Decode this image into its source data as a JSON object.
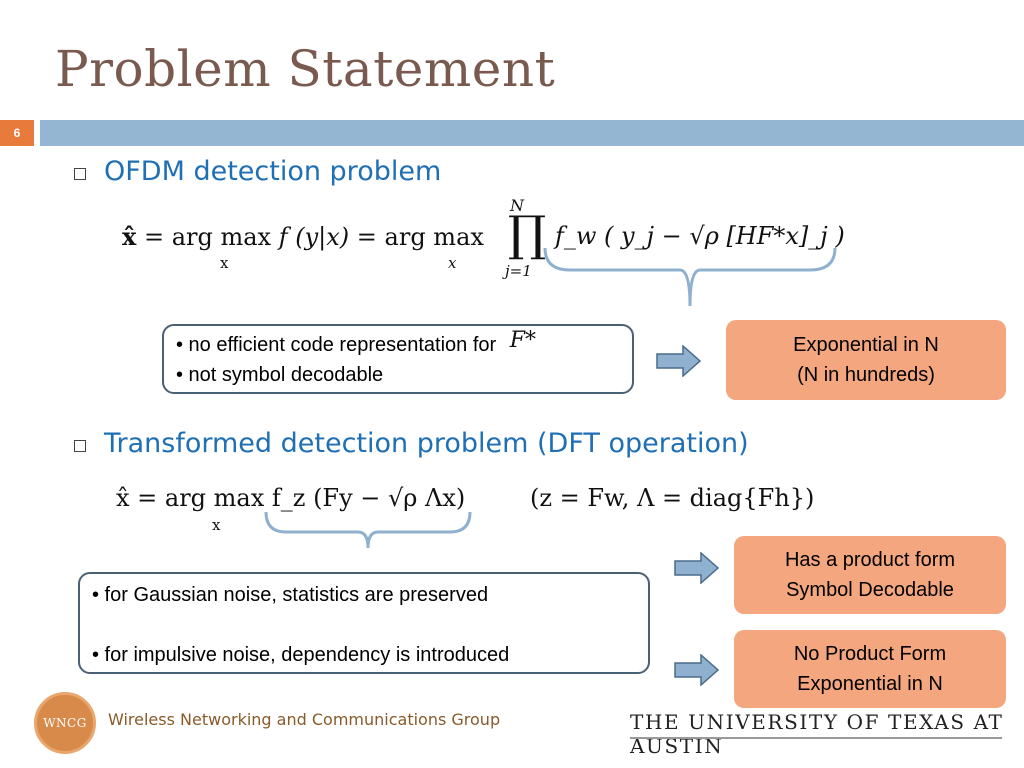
{
  "slide": {
    "title": "Problem Statement",
    "number": "6"
  },
  "section1": {
    "heading": "OFDM detection problem",
    "equation": {
      "xhat": "x̂",
      "eq": "=",
      "argmax": "arg max",
      "sub_x": "x",
      "f_y_given_x": "f (y|x)",
      "eq2": "=",
      "argmax2": "arg max",
      "sub_x2": "x",
      "prod": "∏",
      "prod_top": "N",
      "prod_bottom": "j=1",
      "term": "f_w ( y_j − √ρ [HF*x]_j )"
    },
    "notes": {
      "line1": "• no efficient code representation for",
      "symbol": "F*",
      "line2": "• not  symbol decodable"
    },
    "result": {
      "line1": "Exponential in N",
      "line2": "(N in hundreds)"
    }
  },
  "section2": {
    "heading": "Transformed detection problem (DFT operation)",
    "equation": {
      "lhs": "x̂ = arg max f_z (Fy − √ρ Λx)",
      "sub_x": "x",
      "rhs": "(z = Fw, Λ = diag{Fh})"
    },
    "notes": {
      "line1": "• for Gaussian noise, statistics are preserved",
      "line2": "• for impulsive noise, dependency is introduced"
    },
    "result_top": {
      "line1": "Has a product form",
      "line2": "Symbol Decodable"
    },
    "result_bottom": {
      "line1": "No Product Form",
      "line2": "Exponential in N"
    }
  },
  "footer": {
    "logo_text": "WNCG",
    "group": "Wireless Networking and Communications Group",
    "university": "THE UNIVERSITY OF TEXAS AT AUSTIN"
  },
  "colors": {
    "title": "#7a5a4e",
    "accent_blue": "#1f6fb4",
    "bar": "#94b6d2",
    "orange_box": "#f4a67e",
    "slide_num": "#e87a3c",
    "arrow_fill": "#8fb1cf",
    "arrow_stroke": "#4a6a8a"
  }
}
